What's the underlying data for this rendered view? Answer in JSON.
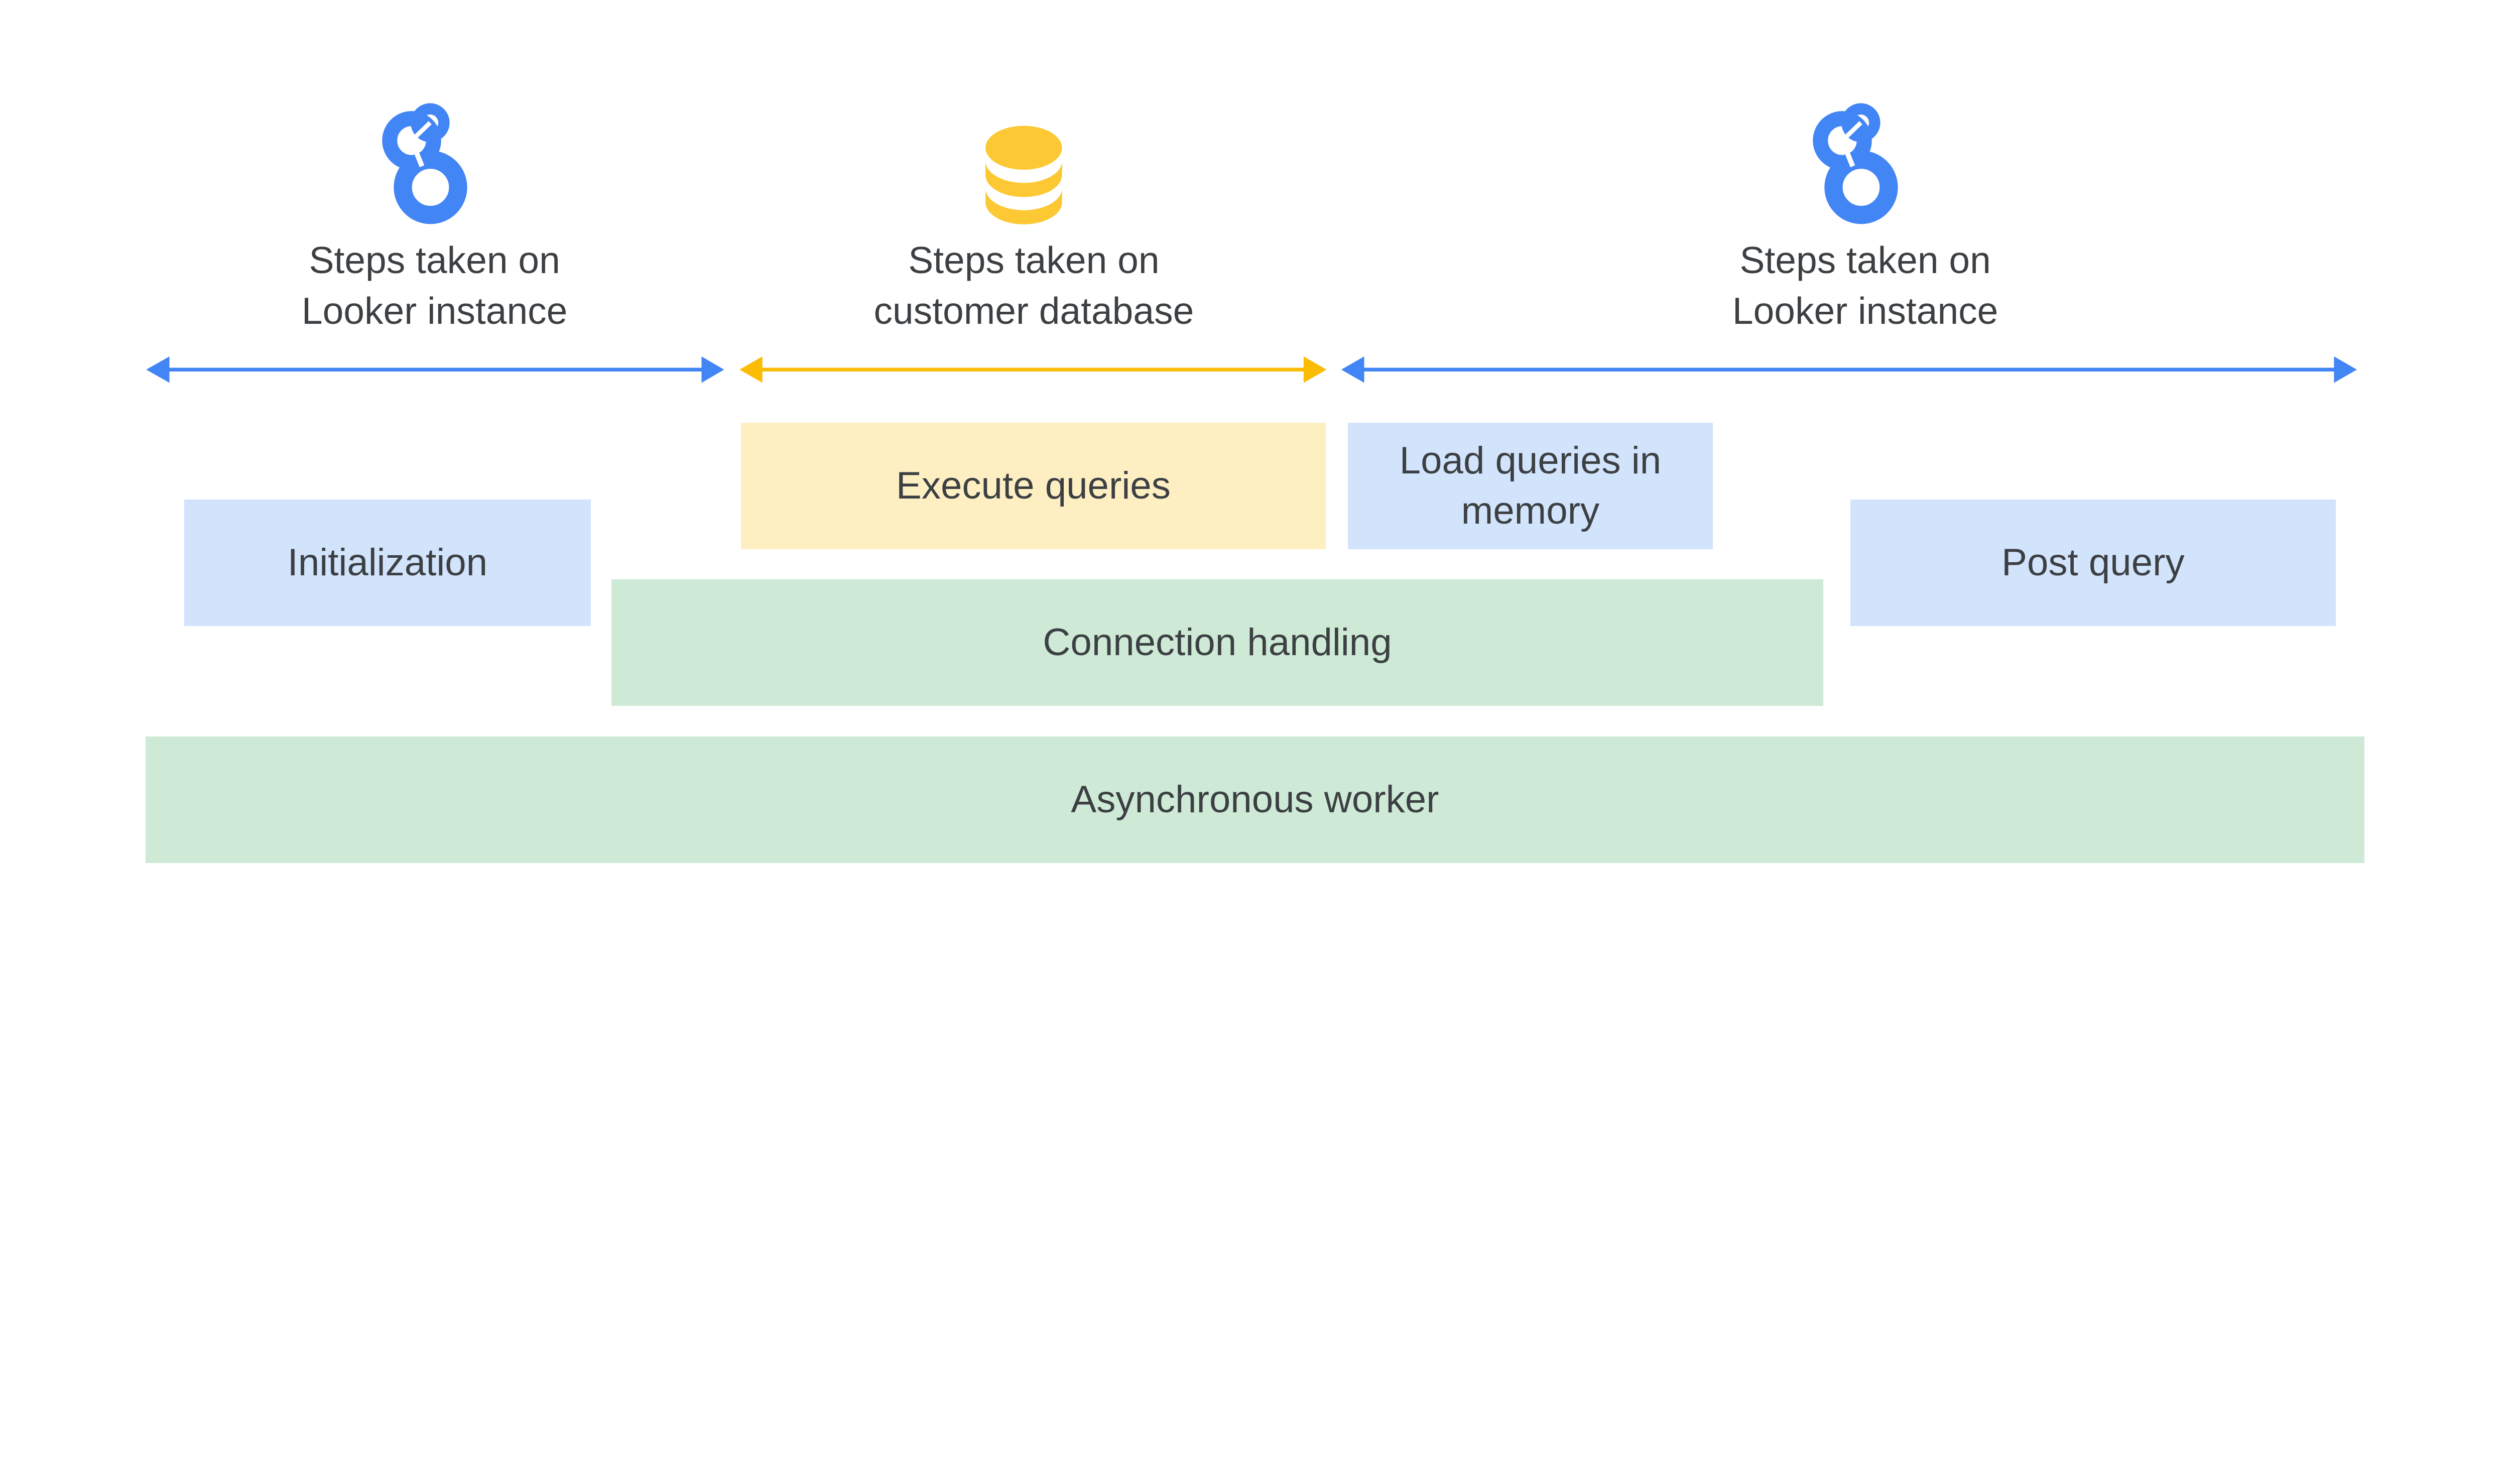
{
  "colors": {
    "looker_blue": "#4285f4",
    "database_yellow": "#fcc934",
    "arrow_yellow": "#fbbc04",
    "blue_box": "#d2e3fc",
    "yellow_box": "#feefc3",
    "green_box": "#ceead6",
    "text": "#3c4043"
  },
  "sections": [
    {
      "icon": "looker-logo-icon",
      "line1": "Steps taken on",
      "line2": "Looker instance"
    },
    {
      "icon": "database-icon",
      "line1": "Steps taken on",
      "line2": "customer database"
    },
    {
      "icon": "looker-logo-icon",
      "line1": "Steps taken on",
      "line2": "Looker instance"
    }
  ],
  "boxes": {
    "initialization": "Initialization",
    "execute_queries": "Execute queries",
    "load_queries_line1": "Load queries in",
    "load_queries_line2": "memory",
    "post_query": "Post query",
    "connection_handling": "Connection handling",
    "asynchronous_worker": "Asynchronous worker"
  }
}
